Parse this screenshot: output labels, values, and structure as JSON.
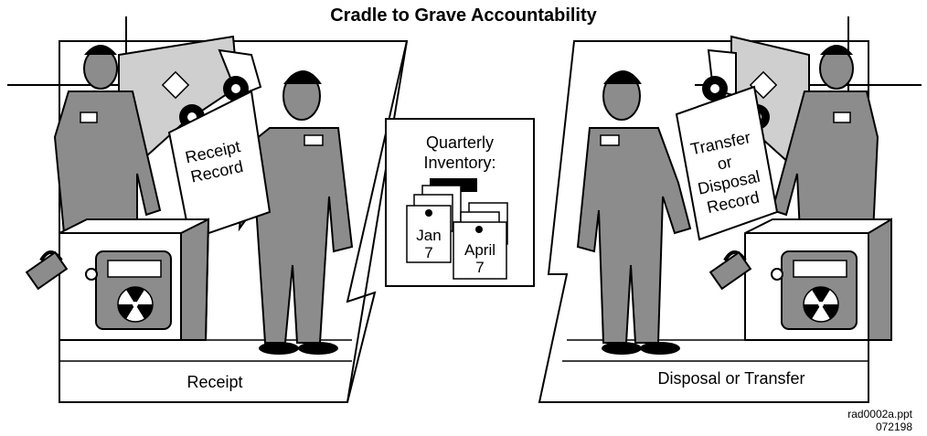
{
  "title": "Cradle to Grave Accountability",
  "receipt_record": [
    "Receipt",
    "Record"
  ],
  "quarterly": [
    "Quarterly",
    "Inventory:"
  ],
  "calendar_jan": [
    "Jan",
    "7"
  ],
  "calendar_april": [
    "April",
    "7"
  ],
  "transfer_record": [
    "Transfer",
    "or",
    "Disposal",
    "Record"
  ],
  "receipt_label": "Receipt",
  "disposal_label": "Disposal or Transfer",
  "footer": [
    "rad0002a.ppt",
    "072198"
  ],
  "colors": {
    "figure_gray": "#8c8c8c",
    "truck_gray": "#cfcfcf",
    "line": "#000000",
    "background": "#ffffff"
  },
  "icons": [
    "radiation-icon",
    "padlock-icon",
    "truck",
    "person-figure"
  ]
}
